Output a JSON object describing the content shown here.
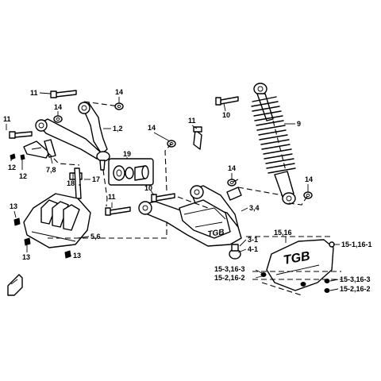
{
  "diagram": {
    "callouts": {
      "c11_top": "11",
      "c14_top": "14",
      "c11_left": "11",
      "c14_left": "14",
      "c1_2": "1,2",
      "c12_a": "12",
      "c12_b": "12",
      "c7_8": "7,8",
      "c19": "19",
      "c18": "18",
      "c17": "17",
      "c14_mid": "14",
      "c11_mid": "11",
      "c10_top": "10",
      "c9": "9",
      "c14_right": "14",
      "c14_far": "14",
      "c10_arm": "10",
      "c11_arm": "11",
      "c13_a": "13",
      "c13_b": "13",
      "c13_c": "13",
      "c5_6": "5,6",
      "c3_4": "3,4",
      "c3_1": "3-1",
      "c4_1": "4-1",
      "c15_16": "15,16",
      "c15_1": "15-1,16-1",
      "c15_3_left": "15-3,16-3",
      "c15_2_left": "15-2,16-2",
      "c15_3_right": "15-3,16-3",
      "c15_2_right": "15-2,16-2"
    },
    "skid_plate_logo": "TGB",
    "guard_logo": "TGB"
  }
}
